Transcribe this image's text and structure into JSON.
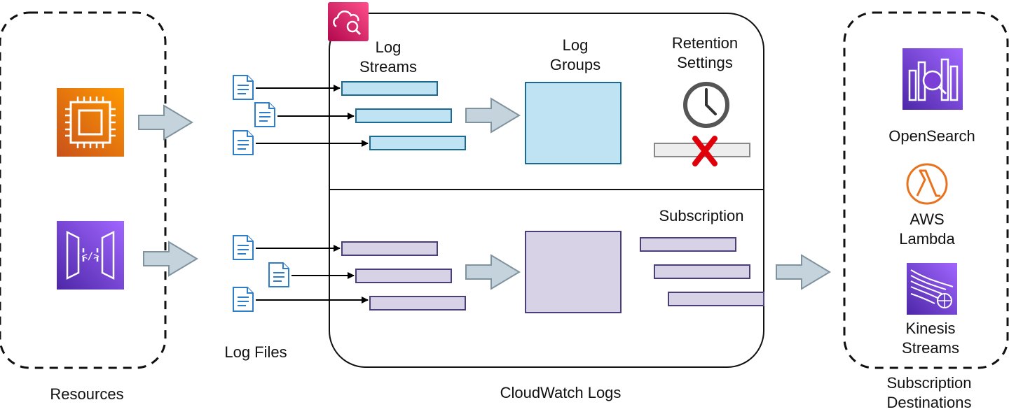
{
  "labels": {
    "resources": "Resources",
    "log_files": "Log Files",
    "cloudwatch_logs": "CloudWatch Logs",
    "subscription_destinations": "Subscription\nDestinations",
    "log_streams": "Log\nStreams",
    "log_groups": "Log\nGroups",
    "retention_settings": "Retention\nSettings",
    "subscription": "Subscription",
    "opensearch": "OpenSearch",
    "aws_lambda": "AWS\nLambda",
    "kinesis_streams": "Kinesis\nStreams"
  },
  "icons": {
    "ec2": "ec2-chip-icon",
    "api_gateway": "api-gateway-icon",
    "cloudwatch": "cloudwatch-logs-icon",
    "log_file": "document-icon",
    "clock": "clock-icon",
    "delete_mark": "red-x-icon",
    "opensearch": "opensearch-icon",
    "lambda": "lambda-icon",
    "kinesis": "kinesis-icon"
  },
  "colors": {
    "ec2_orange": "#ED7100",
    "api_purple": "#7B3FD8",
    "cloudwatch_pink": "#E7157B",
    "blue_fill": "#BFE3F2",
    "blue_stroke": "#1A6B8F",
    "purple_fill": "#D8D2E6",
    "purple_stroke": "#4A3F7A",
    "arrow_fill": "#C5D4DC",
    "delete_red": "#E0000A"
  }
}
